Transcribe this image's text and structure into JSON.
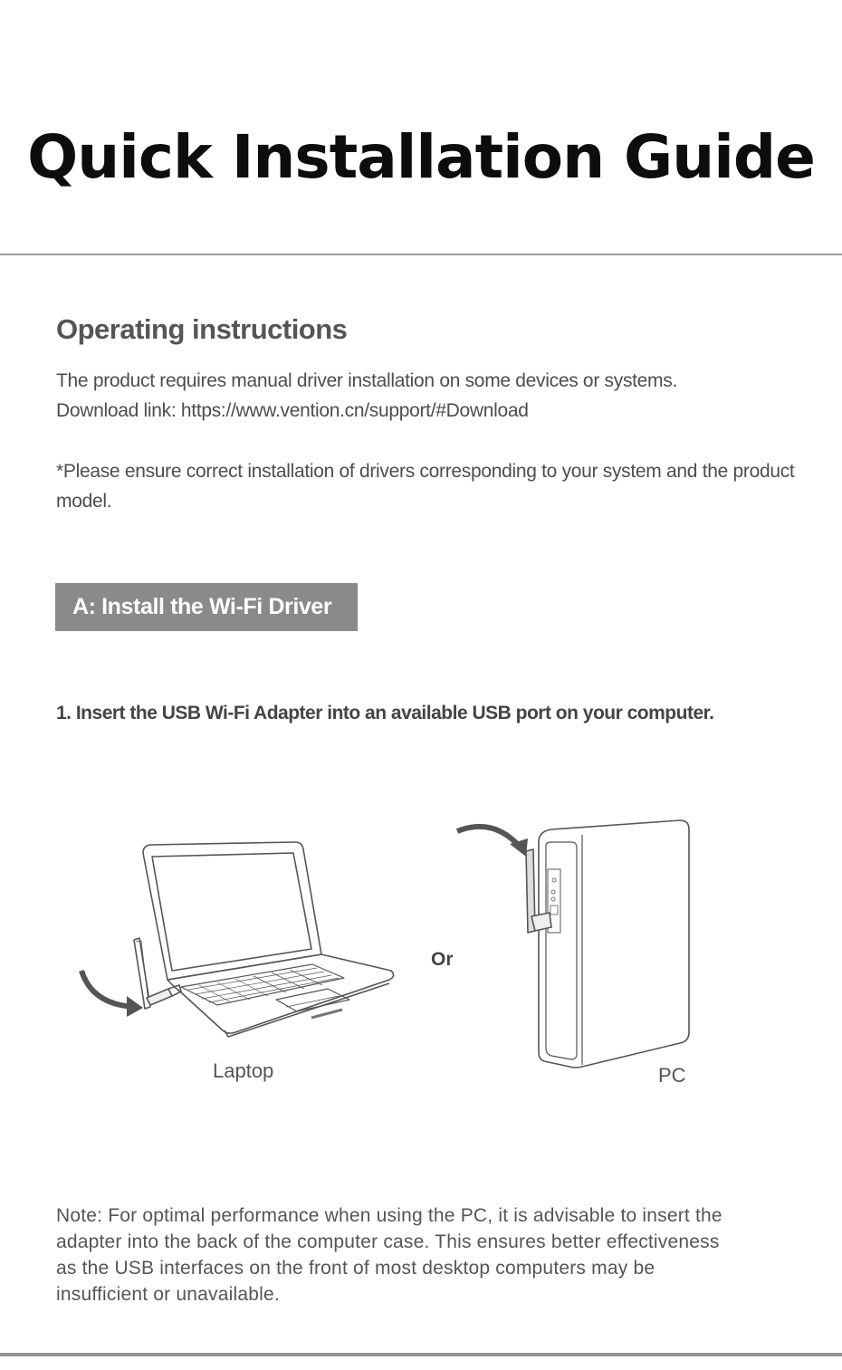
{
  "header": {
    "title": "Quick Installation Guide"
  },
  "operating_instructions": {
    "heading": "Operating instructions",
    "line1": "The product requires manual driver installation on some devices or systems.",
    "line2": "Download link: https://www.vention.cn/support/#Download",
    "warning": "*Please ensure correct installation of drivers corresponding to your system and the product model."
  },
  "section_a": {
    "badge_label": "A: Install the Wi-Fi Driver",
    "badge_color": "#8a8a8a",
    "step1": "1. Insert the USB Wi-Fi Adapter into an available USB port on your computer."
  },
  "illustrations": {
    "laptop_caption": "Laptop",
    "separator": "Or",
    "pc_caption": "PC",
    "laptop_icon": "laptop-with-usb-adapter-icon",
    "pc_icon": "desktop-tower-with-usb-adapter-icon",
    "arrow_icon": "curved-arrow-icon"
  },
  "note": {
    "text": "Note: For optimal performance when using the PC, it is advisable to insert the adapter into the back of the computer case. This ensures better effectiveness as the USB interfaces on the front of most desktop computers may be insufficient or unavailable."
  }
}
